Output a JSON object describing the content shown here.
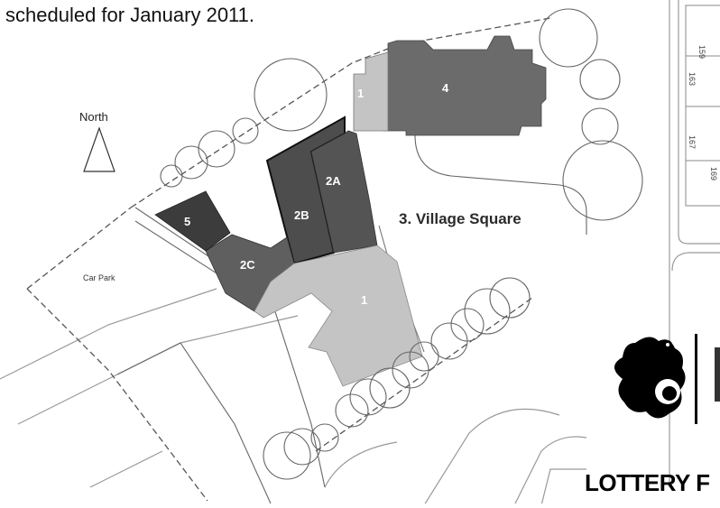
{
  "caption": "scheduled for January 2011.",
  "north_label": "North",
  "village_square_label": "3. Village Square",
  "car_park_label": "Car Park",
  "zones": [
    {
      "id": "1",
      "label": "1",
      "shade": "#c4c4c4"
    },
    {
      "id": "4",
      "label": "4",
      "shade": "#6b6b6b"
    },
    {
      "id": "2A",
      "label": "2A",
      "shade": "#545454"
    },
    {
      "id": "2B",
      "label": "2B",
      "shade": "#4d4d4d"
    },
    {
      "id": "2C",
      "label": "2C",
      "shade": "#5f5f5f"
    },
    {
      "id": "5",
      "label": "5",
      "shade": "#3c3c3c"
    }
  ],
  "margin_numbers": [
    "159",
    "163",
    "167",
    "169"
  ],
  "logo": {
    "text": "LOTTERY F",
    "icon": "crossed-fingers-icon"
  }
}
